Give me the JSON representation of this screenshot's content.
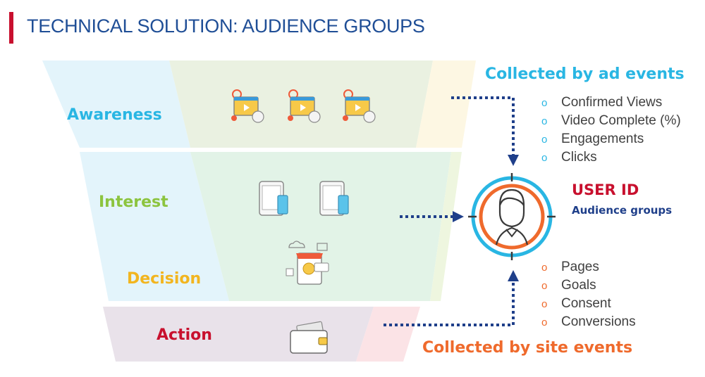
{
  "title": "TECHNICAL SOLUTION: AUDIENCE GROUPS",
  "stages": [
    {
      "label": "Awareness",
      "color": "#29b6e3"
    },
    {
      "label": "Interest",
      "color": "#8cc43f"
    },
    {
      "label": "Decision",
      "color": "#f2b51f"
    },
    {
      "label": "Action",
      "color": "#c8102e"
    }
  ],
  "ad_events": {
    "heading": "Collected by ad events",
    "items": [
      "Confirmed Views",
      "Video Complete (%)",
      "Engagements",
      "Clicks"
    ],
    "color": "#29b6e3"
  },
  "site_events": {
    "heading": "Collected by site events",
    "items": [
      "Pages",
      "Goals",
      "Consent",
      "Conversions"
    ],
    "color": "#ef6a2c"
  },
  "user": {
    "id_label": "USER ID",
    "groups_label": "Audience groups"
  },
  "colors": {
    "accent": "#c8102e",
    "title": "#1f4e96",
    "arrow": "#1f3f8a",
    "target_outer": "#29b6e3",
    "target_inner": "#ef6a2c"
  },
  "icons": [
    "video-ad-icon",
    "mobile-device-icon",
    "online-shop-icon",
    "wallet-icon",
    "user-avatar-icon",
    "dotted-arrow-icon"
  ]
}
